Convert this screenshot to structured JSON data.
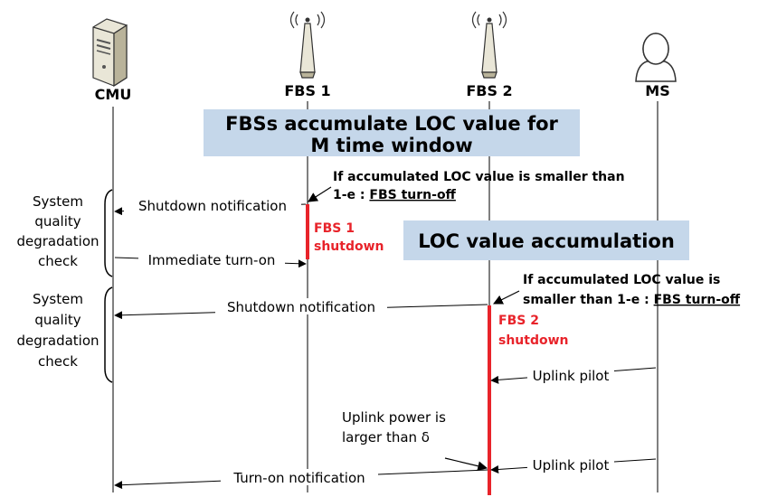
{
  "actors": {
    "cmu": "CMU",
    "fbs1": "FBS 1",
    "fbs2": "FBS 2",
    "ms": "MS"
  },
  "icons": {
    "cmu": "server-tower-icon",
    "fbs": "antenna-tower-icon",
    "ms": "user-icon"
  },
  "colors": {
    "highlight_box": "#c5d7ea",
    "shutdown_red": "#e8232a",
    "line": "#000000"
  },
  "banner1": {
    "line1": "FBSs accumulate LOC value for",
    "line2": "M time window"
  },
  "banner2": "LOC value accumulation",
  "condition1": {
    "line1": "If accumulated LOC value is smaller than",
    "prefix": "1-e : ",
    "action": "FBS turn-off"
  },
  "condition2": {
    "line1": "If accumulated LOC value is",
    "prefix": "smaller than 1-e : ",
    "action": "FBS turn-off"
  },
  "shutdown1": {
    "line1": "FBS 1",
    "line2": "shutdown"
  },
  "shutdown2": {
    "line1": "FBS 2",
    "line2": "shutdown"
  },
  "check1": [
    "System",
    "quality",
    "degradation",
    "check"
  ],
  "check2": [
    "System",
    "quality",
    "degradation",
    "check"
  ],
  "messages": {
    "shutdown_notification_1": "Shutdown notification",
    "immediate_turn_on": "Immediate turn-on",
    "shutdown_notification_2": "Shutdown notification",
    "uplink_pilot_1": "Uplink pilot",
    "uplink_pilot_2": "Uplink pilot",
    "turn_on_notification": "Turn-on notification"
  },
  "uplink_power_note": {
    "line1": "Uplink power is",
    "line2": "larger than δ"
  }
}
